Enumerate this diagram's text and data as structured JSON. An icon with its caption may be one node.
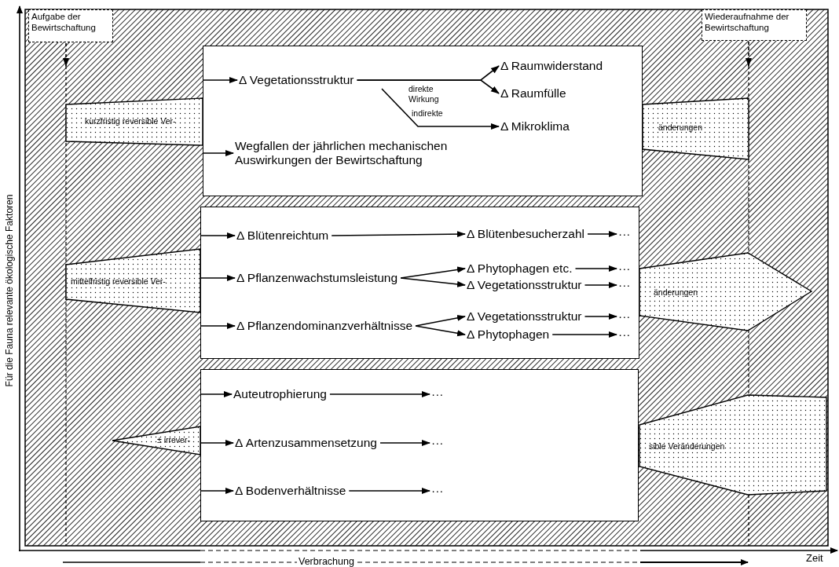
{
  "diagram": {
    "nodes": [
      {
        "text": [],
        "shape": "box"
      },
      {
        "text": [
          "Δ Vegetationsstruktur"
        ],
        "in": 0
      },
      {
        "text": [
          "Wegfallen der jährlichen mechanischen Auswirkungen der Bewirtschaftung"
        ],
        "in": 0
      },
      {
        "text": [
          "Δ Raumwiderstand"
        ],
        "in": 0
      },
      {
        "text": [
          "Δ Raumfülle"
        ],
        "in": 0
      },
      {
        "text": [
          "Δ Mikroklima"
        ],
        "in": 0
      },
      {
        "text": [],
        "shape": "box"
      },
      {
        "text": [
          "Δ Blütenreichtum"
        ],
        "in": 6
      },
      {
        "text": [
          "Δ Pflanzenwachstumsleistung"
        ],
        "in": 6
      },
      {
        "text": [
          "Δ Pflanzendominanzverhältnisse"
        ],
        "in": 6
      },
      {
        "text": [
          "Δ Blütenbesucherzahl"
        ],
        "in": 6
      },
      {
        "text": [
          "Δ Phytophagen etc."
        ],
        "in": 6
      },
      {
        "text": [
          "Δ Vegetationsstruktur"
        ],
        "in": 6
      },
      {
        "text": [
          "Δ Vegetationsstruktur"
        ],
        "in": 6
      },
      {
        "text": [
          "Δ Phytophagen"
        ],
        "in": 6
      },
      {
        "text": [
          "···"
        ],
        "in": 6
      },
      {
        "text": [
          "···"
        ],
        "in": 6
      },
      {
        "text": [
          "···"
        ],
        "in": 6
      },
      {
        "text": [
          "···"
        ],
        "in": 6
      },
      {
        "text": [
          "···"
        ],
        "in": 6
      },
      {
        "text": [],
        "shape": "box"
      },
      {
        "text": [
          "Auteutrophierung"
        ],
        "in": 20
      },
      {
        "text": [
          "Δ Artenzusammensetzung"
        ],
        "in": 20
      },
      {
        "text": [
          "Δ Bodenverhältnisse"
        ],
        "in": 20
      },
      {
        "text": [
          "···"
        ],
        "in": 20
      },
      {
        "text": [
          "···"
        ],
        "in": 20
      },
      {
        "text": [
          "···"
        ],
        "in": 20
      },
      {
        "text": [
          "Aufgabe der Bewirtschaftung"
        ]
      },
      {
        "text": [
          "Wiederaufnahme der Bewirtschaftung"
        ]
      },
      {
        "text": [
          "kurzfristig reversible Ver-"
        ]
      },
      {
        "text": [
          "änderungen"
        ]
      },
      {
        "text": [
          "mittelfristig reversible Ver-"
        ]
      },
      {
        "text": [
          "änderungen"
        ]
      },
      {
        "text": [
          "± irrever-"
        ]
      },
      {
        "text": [
          "sible Veränderungen"
        ]
      }
    ],
    "edges": [
      {
        "from": null,
        "to": 1,
        "arrow": "to"
      },
      {
        "from": null,
        "to": 2,
        "arrow": "to"
      },
      {
        "from": 1,
        "to": 3,
        "arrow": "to",
        "label": "direkte Wirkung"
      },
      {
        "from": 1,
        "to": 4,
        "arrow": "to"
      },
      {
        "from": 1,
        "to": 5,
        "arrow": "to",
        "label": "indirekte"
      },
      {
        "from": null,
        "to": 7,
        "arrow": "to"
      },
      {
        "from": 31,
        "to": 8,
        "arrow": "to"
      },
      {
        "from": null,
        "to": 9,
        "arrow": "to"
      },
      {
        "from": 7,
        "to": 10,
        "arrow": "to"
      },
      {
        "from": 8,
        "to": 11,
        "arrow": "to"
      },
      {
        "from": 8,
        "to": 12,
        "arrow": "to"
      },
      {
        "from": 9,
        "to": 13,
        "arrow": "to"
      },
      {
        "from": 9,
        "to": 14,
        "arrow": "to"
      },
      {
        "from": 10,
        "to": 15,
        "arrow": "to"
      },
      {
        "from": 11,
        "to": 16,
        "arrow": "to"
      },
      {
        "from": 12,
        "to": 17,
        "arrow": "to"
      },
      {
        "from": 13,
        "to": 18,
        "arrow": "to"
      },
      {
        "from": 14,
        "to": 19,
        "arrow": "to"
      },
      {
        "from": null,
        "to": 21,
        "arrow": "to"
      },
      {
        "from": 33,
        "to": 22,
        "arrow": "to"
      },
      {
        "from": null,
        "to": 23,
        "arrow": "to"
      },
      {
        "from": 21,
        "to": 24,
        "arrow": "to"
      },
      {
        "from": 22,
        "to": 25,
        "arrow": "to"
      },
      {
        "from": 23,
        "to": 26,
        "arrow": "to"
      },
      {
        "from": 27,
        "to": null,
        "arrow": "to",
        "style": "dashed"
      },
      {
        "from": 28,
        "to": null,
        "arrow": "to",
        "style": "dashed"
      }
    ],
    "labels": [
      "Für die Fauna relevante ökologische Faktoren",
      "Zeit",
      "Verbrachung"
    ]
  }
}
